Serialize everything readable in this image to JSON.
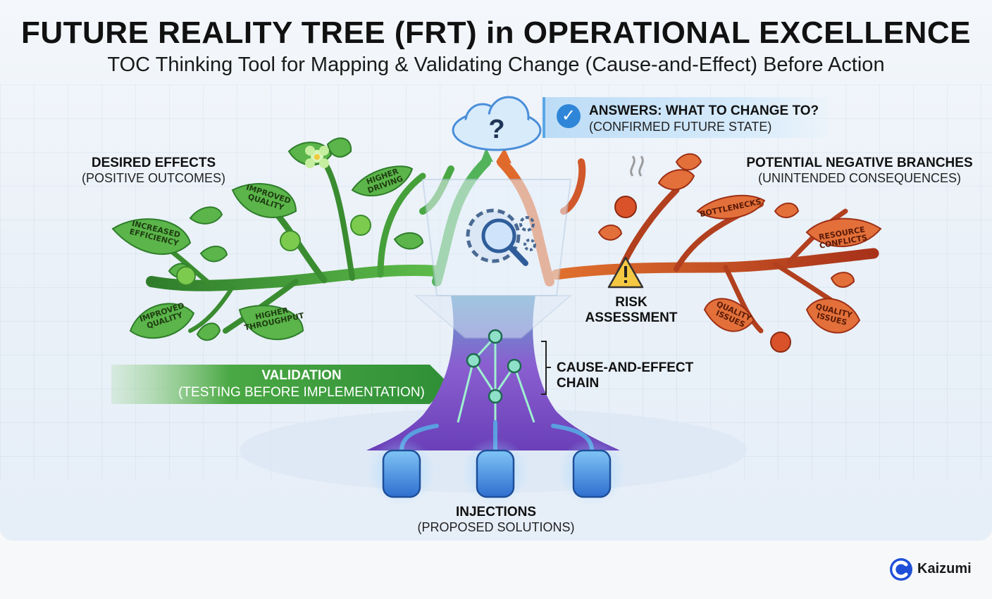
{
  "header": {
    "title": "FUTURE REALITY TREE (FRT) in OPERATIONAL EXCELLENCE",
    "subtitle": "TOC Thinking Tool for Mapping & Validating Change (Cause-and-Effect) Before Action"
  },
  "answers": {
    "heading": "ANSWERS: WHAT TO CHANGE TO?",
    "sub": "(CONFIRMED FUTURE STATE)",
    "icon": "check-icon"
  },
  "desired_effects": {
    "heading": "DESIRED EFFECTS",
    "sub": "(POSITIVE OUTCOMES)",
    "leaves": [
      "INCREASED EFFICIENCY",
      "IMPROVED QUALITY",
      "HIGHER DRIVING",
      "IMPROVED QUALITY",
      "HIGHER THROUGHPUT"
    ]
  },
  "negative_branches": {
    "heading": "POTENTIAL NEGATIVE BRANCHES",
    "sub": "(UNINTENDED CONSEQUENCES)",
    "leaves": [
      "BOTTLENECKS",
      "RESOURCE CONFLICTS",
      "QUALITY ISSUES",
      "QUALITY ISSUES"
    ]
  },
  "risk": {
    "line1": "RISK",
    "line2": "ASSESSMENT"
  },
  "cause_effect": {
    "line1": "CAUSE-AND-EFFECT",
    "line2": "CHAIN"
  },
  "validation": {
    "heading": "VALIDATION",
    "sub": "(TESTING BEFORE IMPLEMENTATION)"
  },
  "injections": {
    "heading": "INJECTIONS",
    "sub": "(PROPOSED SOLUTIONS)"
  },
  "brand": {
    "name": "Kaizumi"
  },
  "colors": {
    "green": "#3f9a3a",
    "orange": "#d9622a",
    "purple": "#7b4fc4",
    "blue": "#3d8fe0"
  }
}
